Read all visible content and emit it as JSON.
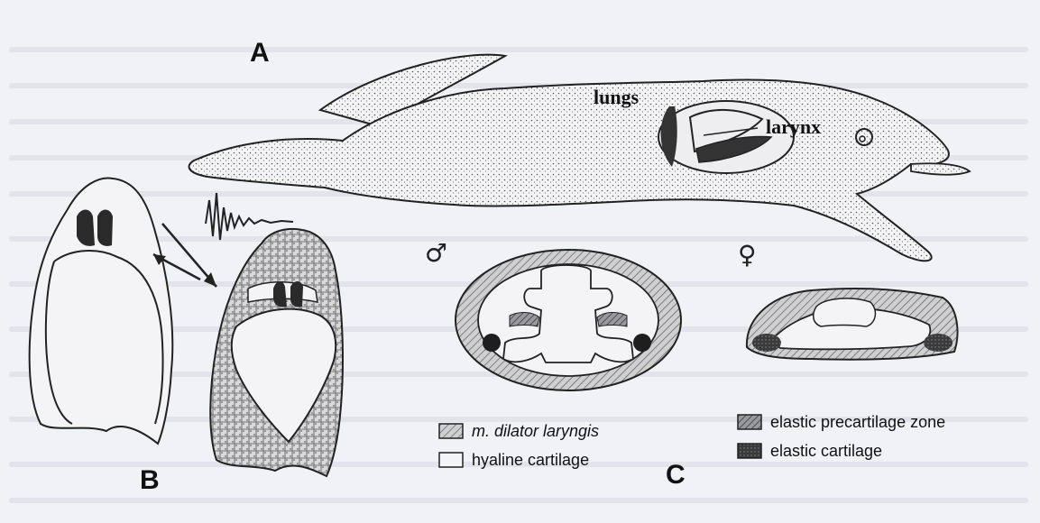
{
  "panels": {
    "a": "A",
    "b": "B",
    "c": "C"
  },
  "labels": {
    "lungs": "lungs",
    "larynx": "larynx"
  },
  "sex_symbols": {
    "male": "♂",
    "female": "♀"
  },
  "legend": [
    {
      "name": "m. dilator laryngis",
      "style": "italic",
      "pattern": "hatch-light"
    },
    {
      "name": "hyaline cartilage",
      "style": "normal",
      "pattern": "blank"
    },
    {
      "name": "elastic precartilage zone",
      "style": "normal",
      "pattern": "hatch-dark"
    },
    {
      "name": "elastic cartilage",
      "style": "normal",
      "pattern": "stipple-dark"
    }
  ],
  "colors": {
    "ink": "#222222",
    "paper": "#f1f2f6",
    "hatch": "#8a8a8a",
    "dark": "#2a2a2a"
  }
}
